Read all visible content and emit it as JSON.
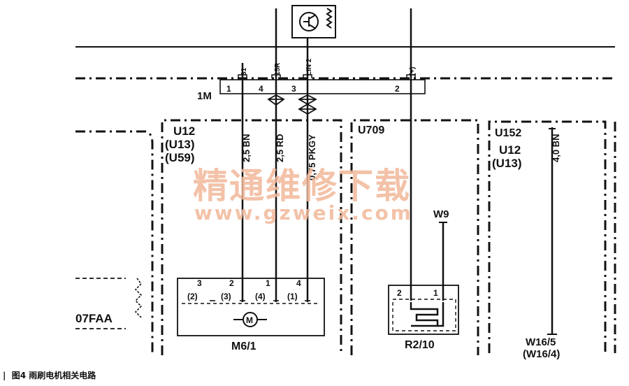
{
  "connector_main": "1M",
  "connector_pins": [
    "1",
    "4",
    "3",
    "2"
  ],
  "wire_codes": [
    "31",
    "15R",
    "LIN 2",
    "(+)"
  ],
  "module_left": {
    "lines": [
      "U12",
      "(U13)",
      "(U59)"
    ]
  },
  "module_mid": "U709",
  "module_right": {
    "lines": [
      "U152",
      "U12",
      "(U13)"
    ]
  },
  "wires": {
    "w1": "2,5 BN",
    "w2": "2,5 RD",
    "w3": "0,75 PKGY",
    "w4": "4,0 BN"
  },
  "motor": {
    "pins_top": [
      "3",
      "2",
      "1",
      "4"
    ],
    "pins_alt": [
      "(2)",
      "(3)",
      "(4)",
      "(1)"
    ],
    "label": "M6/1",
    "symbol": "M"
  },
  "resistor": {
    "pins": [
      "2",
      "1"
    ],
    "label": "R2/10"
  },
  "ground_w9": "W9",
  "ground_right": [
    "W16/5",
    "(W16/4)"
  ],
  "left_fragment": "07FAA",
  "watermark": {
    "cn": "精通维修下载",
    "url": "www.gzweix.com"
  },
  "caption": {
    "marker": "|",
    "text": "图4  雨刷电机相关电路"
  }
}
